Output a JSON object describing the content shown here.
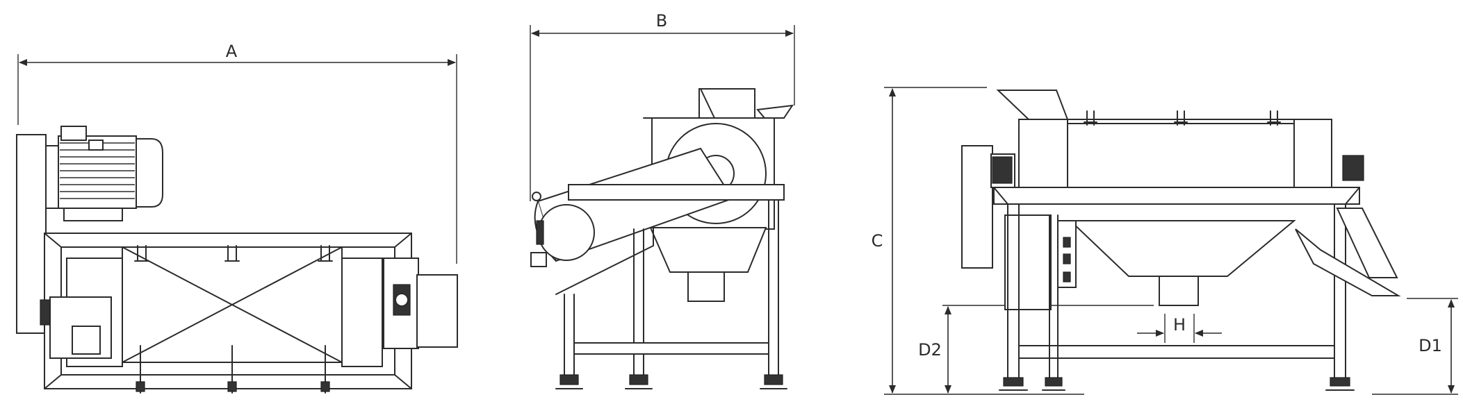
{
  "dimension_labels": {
    "A": "A",
    "B": "B",
    "C": "C",
    "D1": "D1",
    "D2": "D2",
    "H": "H"
  },
  "views": [
    "top-view",
    "end-view",
    "side-view"
  ]
}
